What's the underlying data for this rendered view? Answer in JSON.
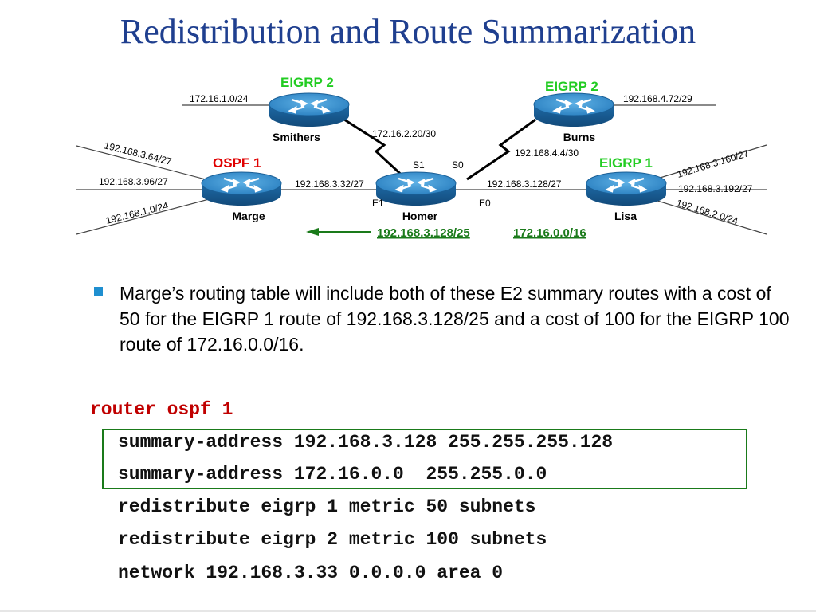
{
  "title": "Redistribution and Route Summarization",
  "diagram": {
    "domains": {
      "eigrp2_left": "EIGRP 2",
      "eigrp2_right": "EIGRP 2",
      "ospf1": "OSPF 1",
      "eigrp1": "EIGRP 1"
    },
    "routers": {
      "smithers": "Smithers",
      "burns": "Burns",
      "marge": "Marge",
      "homer": "Homer",
      "lisa": "Lisa"
    },
    "interfaces": {
      "s1": "S1",
      "s0": "S0",
      "e1": "E1",
      "e0": "E0"
    },
    "networks": {
      "n1": "172.16.1.0/24",
      "n2": "192.168.4.72/29",
      "n3": "172.16.2.20/30",
      "n4": "192.168.4.4/30",
      "n5": "192.168.3.64/27",
      "n6": "192.168.3.96/27",
      "n7": "192.168.1.0/24",
      "n8": "192.168.3.32/27",
      "n9": "192.168.3.128/27",
      "n10": "192.168.3.160/27",
      "n11": "192.168.3.192/27",
      "n12": "192.168.2.0/24"
    },
    "summaries": {
      "s1": "192.168.3.128/25",
      "s2": "172.16.0.0/16"
    },
    "colors": {
      "domain_red": "#e00000",
      "domain_green": "#22cc22",
      "router_blue": "#2f86c6",
      "summary_green": "#1a7a1a"
    }
  },
  "bullet": "Marge’s routing table will include both of these E2 summary routes with a cost of 50 for the EIGRP 1 route of 192.168.3.128/25 and a cost of 100 for the EIGRP 100 route of 172.16.0.0/16.",
  "code": {
    "line0": "router ospf 1",
    "line1": "summary-address 192.168.3.128 255.255.255.128",
    "line2": "summary-address 172.16.0.0  255.255.0.0",
    "line3": "redistribute eigrp 1 metric 50 subnets",
    "line4": "redistribute eigrp 2 metric 100 subnets",
    "line5": "network 192.168.3.33 0.0.0.0 area 0"
  }
}
